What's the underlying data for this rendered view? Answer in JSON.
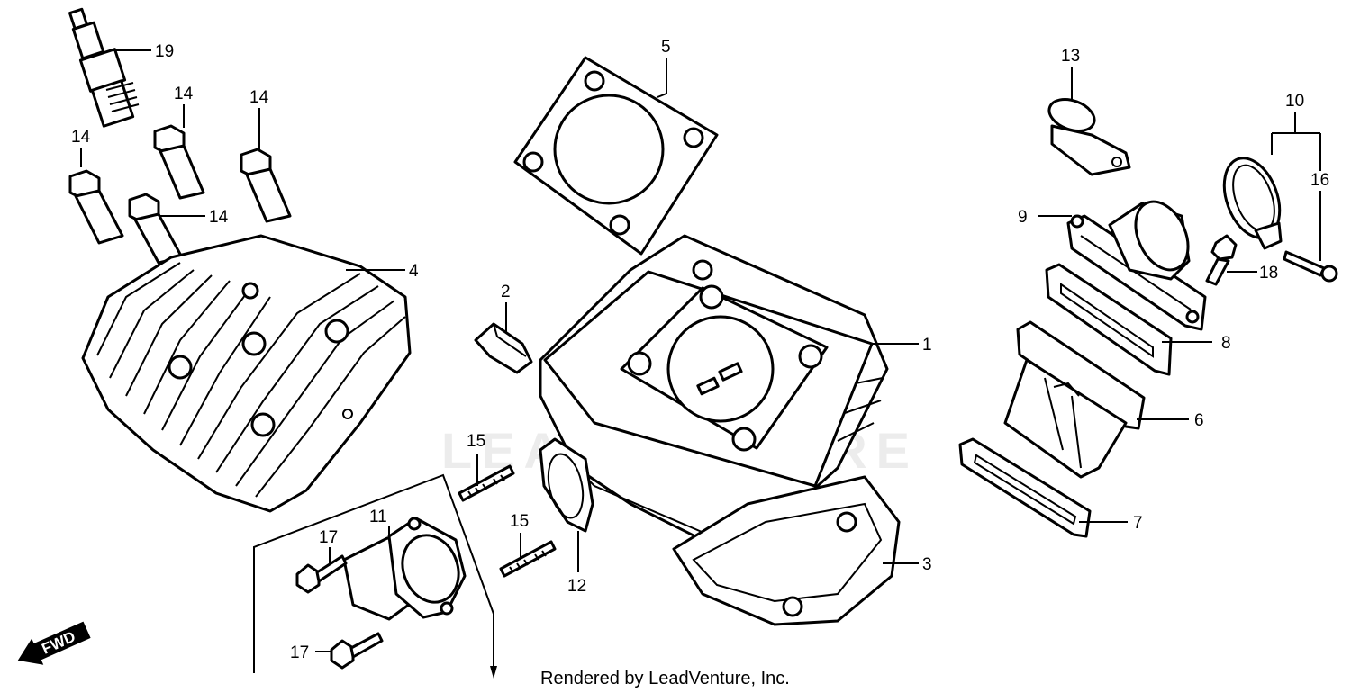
{
  "diagram": {
    "callouts": {
      "c1": "1",
      "c2": "2",
      "c3": "3",
      "c4": "4",
      "c5": "5",
      "c6": "6",
      "c7": "7",
      "c8": "8",
      "c9": "9",
      "c10": "10",
      "c11": "11",
      "c12": "12",
      "c13": "13",
      "c14a": "14",
      "c14b": "14",
      "c14c": "14",
      "c14d": "14",
      "c15a": "15",
      "c15b": "15",
      "c16": "16",
      "c17a": "17",
      "c17b": "17",
      "c18": "18",
      "c19": "19"
    },
    "fwd_label": "FWD",
    "watermark": "LEADVENTURE",
    "footer": "Rendered by LeadVenture, Inc."
  }
}
